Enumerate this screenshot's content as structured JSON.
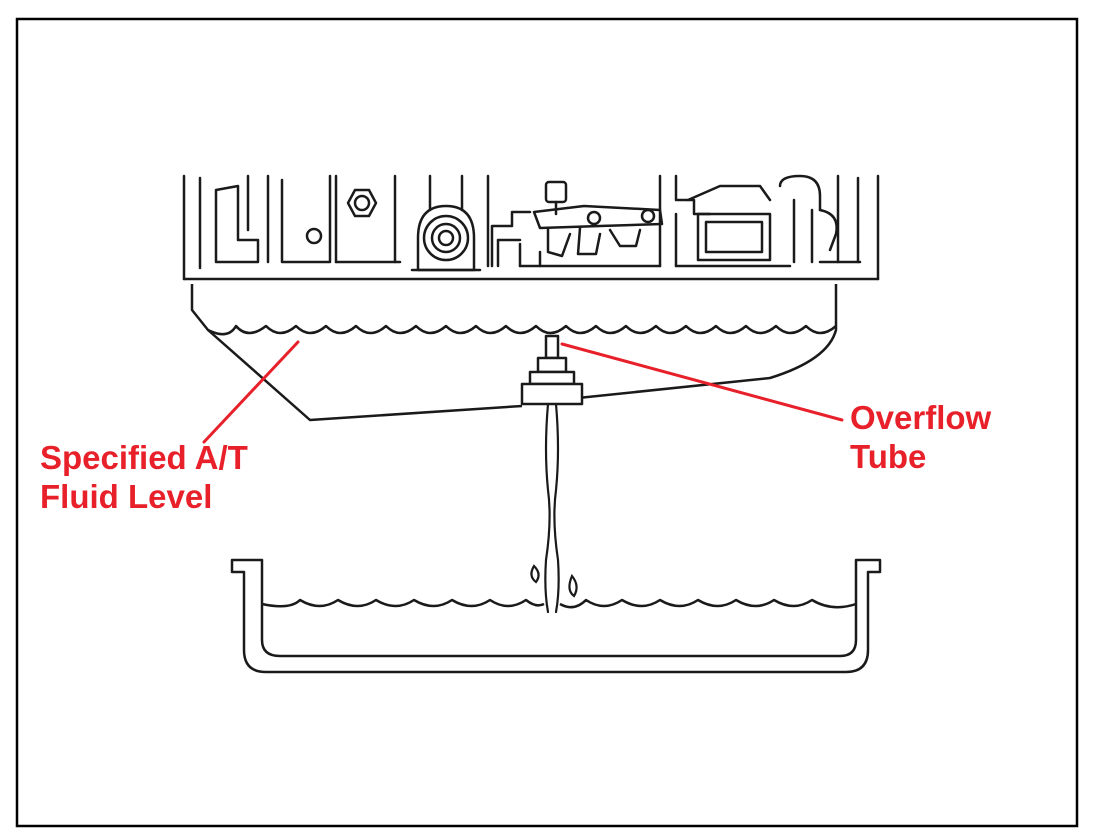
{
  "callouts": {
    "fluid_level": {
      "line1": "Specified A/T",
      "line2": "Fluid Level"
    },
    "overflow_tube": {
      "line1": "Overflow",
      "line2": "Tube"
    }
  },
  "colors": {
    "callout_text": "#e8202a",
    "leader_line": "#e8202a",
    "line_art": "#1a1a1a",
    "border": "#000000",
    "background": "#ffffff"
  },
  "icons": {
    "transmission": "transmission-body-illustration",
    "oil_pan": "transmission-oil-pan-illustration",
    "overflow_tube": "overflow-tube-illustration",
    "drain_pan": "drain-tray-illustration",
    "fluid_stream": "fluid-stream-illustration"
  }
}
